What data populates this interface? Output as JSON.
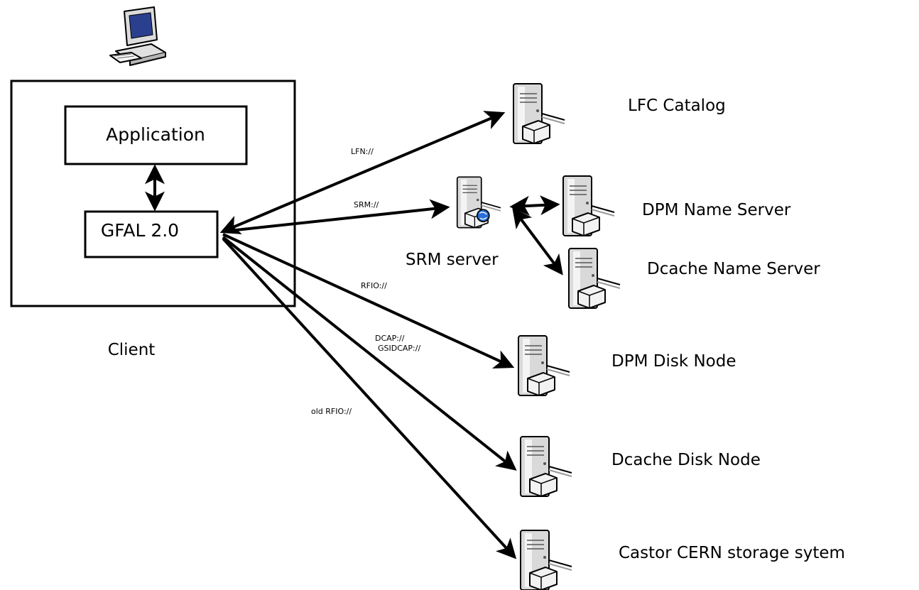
{
  "client": {
    "label": "Client",
    "application_label": "Application",
    "library_label": "GFAL 2.0",
    "icon": "desktop-computer-icon"
  },
  "srm": {
    "label": "SRM server",
    "icon": "server-with-globe-icon"
  },
  "nodes": {
    "lfc": "LFC Catalog",
    "dpm_name": "DPM Name Server",
    "dcache_name": "Dcache Name Server",
    "dpm_disk": "DPM Disk Node",
    "dcache_disk": "Dcache Disk Node",
    "castor": "Castor CERN storage sytem"
  },
  "protocols": {
    "lfn": "LFN://",
    "srm": "SRM://",
    "rfio": "RFIO://",
    "dcap": "DCAP://",
    "gsidcap": "GSIDCAP://",
    "old_rfio": "old RFIO://"
  },
  "colors": {
    "line": "#000000",
    "server_body": "#e6e6e6",
    "server_shade": "#9a9a9a",
    "globe": "#2a6fd6"
  }
}
